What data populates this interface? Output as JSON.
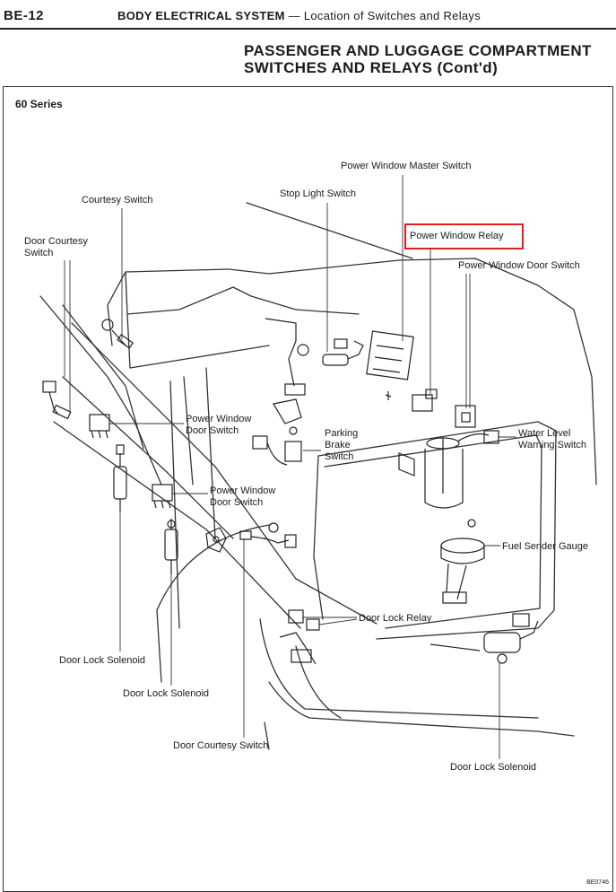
{
  "header": {
    "page_number": "BE-12",
    "system": "BODY ELECTRICAL SYSTEM",
    "subtitle": "— Location of Switches and Relays"
  },
  "section_title": {
    "line1": "PASSENGER AND LUGGAGE COMPARTMENT",
    "line2": "SWITCHES AND RELAYS (Cont'd)"
  },
  "series_label": "60 Series",
  "labels": {
    "power_window_master_switch": "Power Window Master Switch",
    "stop_light_switch": "Stop Light Switch",
    "courtesy_switch": "Courtesy Switch",
    "door_courtesy_switch_1": "Door Courtesy",
    "door_courtesy_switch_2": "Switch",
    "power_window_relay": "Power Window Relay",
    "power_window_door_switch_top": "Power Window Door Switch",
    "power_window_door_switch_a1": "Power Window",
    "power_window_door_switch_a2": "Door Switch",
    "parking_brake_switch_1": "Parking",
    "parking_brake_switch_2": "Brake",
    "parking_brake_switch_3": "Switch",
    "water_level_warning_switch_1": "Water Level",
    "water_level_warning_switch_2": "Warning Switch",
    "power_window_door_switch_b1": "Power Window",
    "power_window_door_switch_b2": "Door Switch",
    "fuel_sender_gauge": "Fuel Sender Gauge",
    "door_lock_relay": "Door Lock Relay",
    "door_lock_solenoid_left": "Door Lock Solenoid",
    "door_lock_solenoid_center": "Door Lock Solenoid",
    "door_courtesy_switch_bottom": "Door Courtesy Switch",
    "door_lock_solenoid_right": "Door Lock Solenoid"
  },
  "highlight_color": "#e02020",
  "figure_code": "BE0746"
}
